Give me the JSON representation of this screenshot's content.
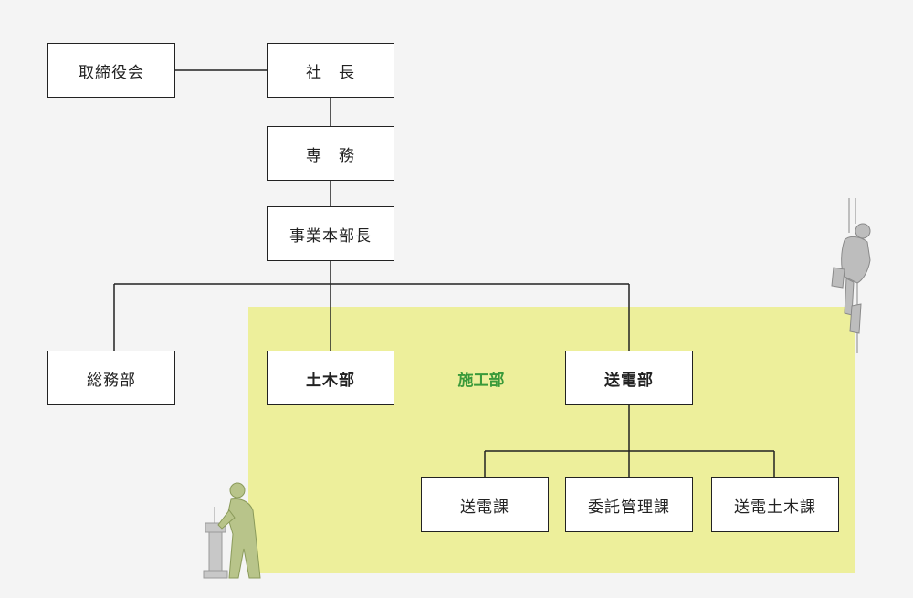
{
  "chart": {
    "boxes": {
      "board": "取締役会",
      "president": "社　長",
      "director": "専　務",
      "division_head": "事業本部長",
      "general_affairs": "総務部",
      "civil": "土木部",
      "transmission": "送電部",
      "transmission_section": "送電課",
      "outsourcing_section": "委託管理課",
      "transmission_civil_section": "送電土木課"
    },
    "zone_label": "施工部"
  },
  "colors": {
    "zone": "#edef9b",
    "zone_label": "#3a9a3a",
    "line": "#222222"
  }
}
